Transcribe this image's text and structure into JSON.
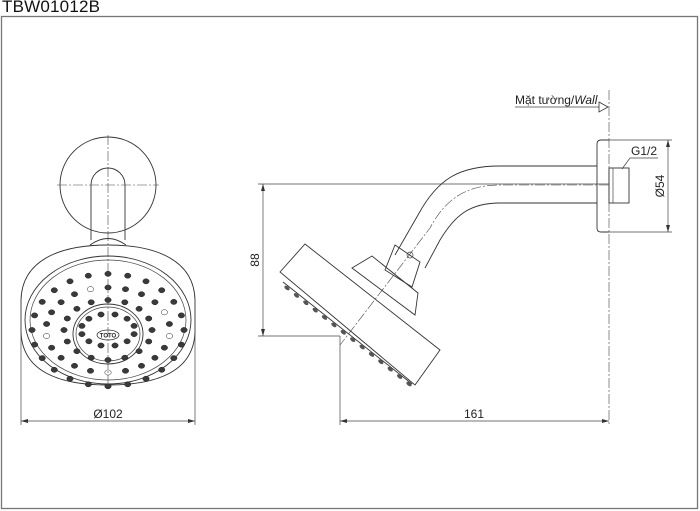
{
  "drawing": {
    "model_code": "TBW01012B",
    "wall_label_prefix": "Mặt tường/",
    "wall_label_italic": "Wall",
    "thread_label": "G1/2",
    "brand_mark": "TOTO",
    "dimensions": {
      "head_diameter": "Ø102",
      "flange_diameter": "Ø54",
      "drop_height": "88",
      "projection_length": "161"
    }
  }
}
